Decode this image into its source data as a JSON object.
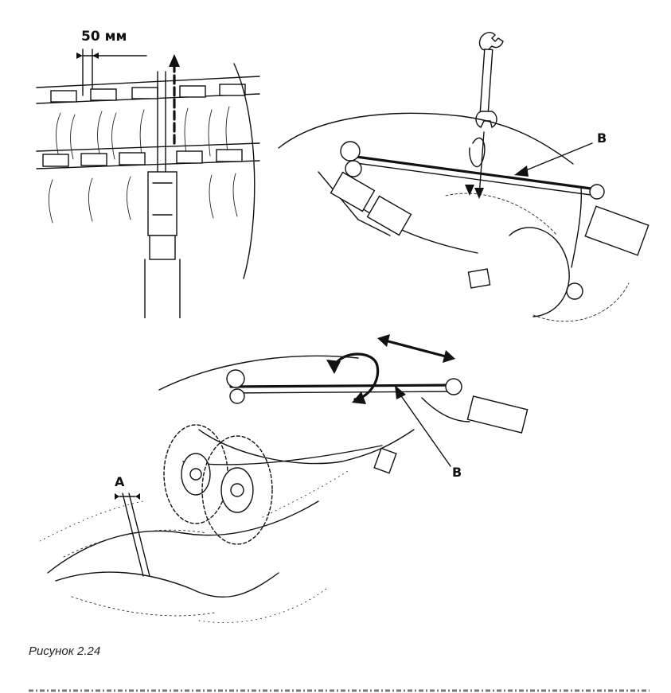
{
  "figure": {
    "caption": "Рисунок 2.24",
    "labels": {
      "distance": "50 мм",
      "rod_top": "B",
      "rod_bottom": "B",
      "gap": "A"
    },
    "icons": [
      "wrench-icon",
      "double-arrow-icon",
      "rotate-arrow-icon"
    ]
  }
}
